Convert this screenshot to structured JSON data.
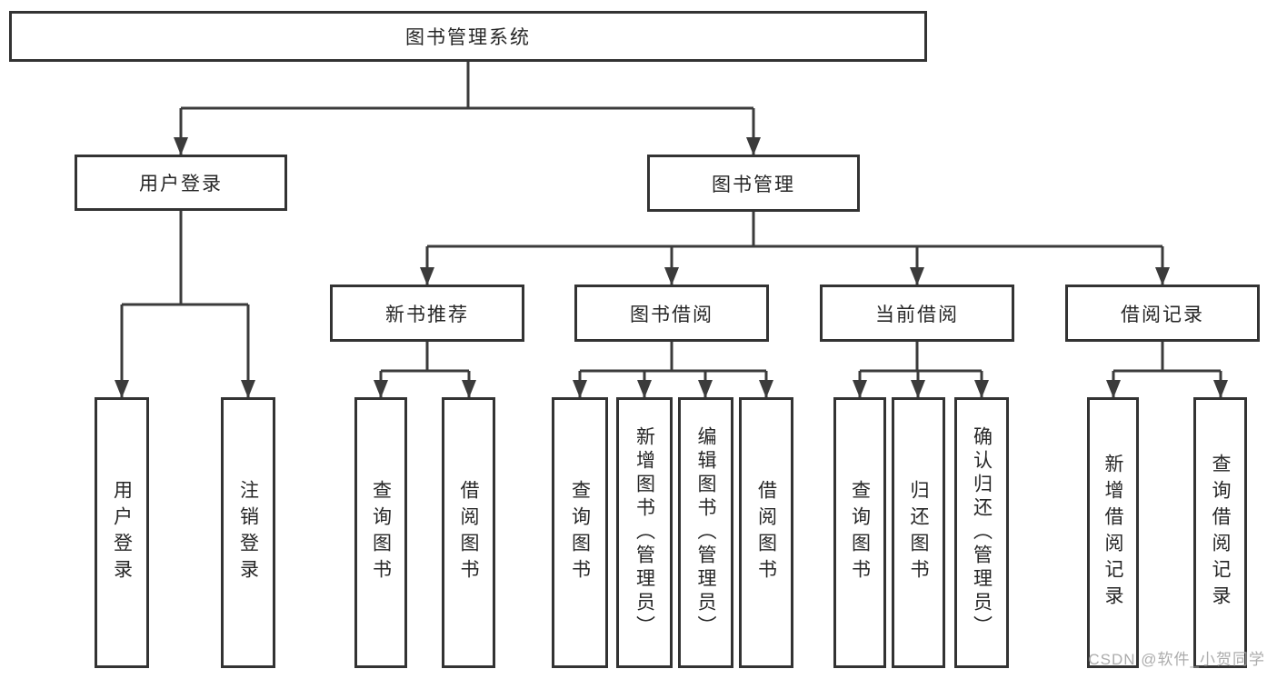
{
  "tree": {
    "root": {
      "label": "图书管理系统"
    },
    "branches": [
      {
        "label": "用户登录",
        "children": [
          {
            "label": "用户登录"
          },
          {
            "label": "注销登录"
          }
        ]
      },
      {
        "label": "图书管理",
        "children": [
          {
            "label": "新书推荐",
            "children": [
              {
                "label": "查询图书"
              },
              {
                "label": "借阅图书"
              }
            ]
          },
          {
            "label": "图书借阅",
            "children": [
              {
                "label": "查询图书"
              },
              {
                "label": "新增图书（管理员）"
              },
              {
                "label": "编辑图书（管理员）"
              },
              {
                "label": "借阅图书"
              }
            ]
          },
          {
            "label": "当前借阅",
            "children": [
              {
                "label": "查询图书"
              },
              {
                "label": "归还图书"
              },
              {
                "label": "确认归还（管理员）"
              }
            ]
          },
          {
            "label": "借阅记录",
            "children": [
              {
                "label": "新增借阅记录"
              },
              {
                "label": "查询借阅记录"
              }
            ]
          }
        ]
      }
    ]
  },
  "watermark": "CSDN @软件_小贺同学",
  "colors": {
    "line": "#3b3b3b",
    "box_border": "#333333",
    "box_fill": "#ffffff",
    "text": "#262626",
    "watermark": "#a8a8a8",
    "background": "#ffffff"
  }
}
